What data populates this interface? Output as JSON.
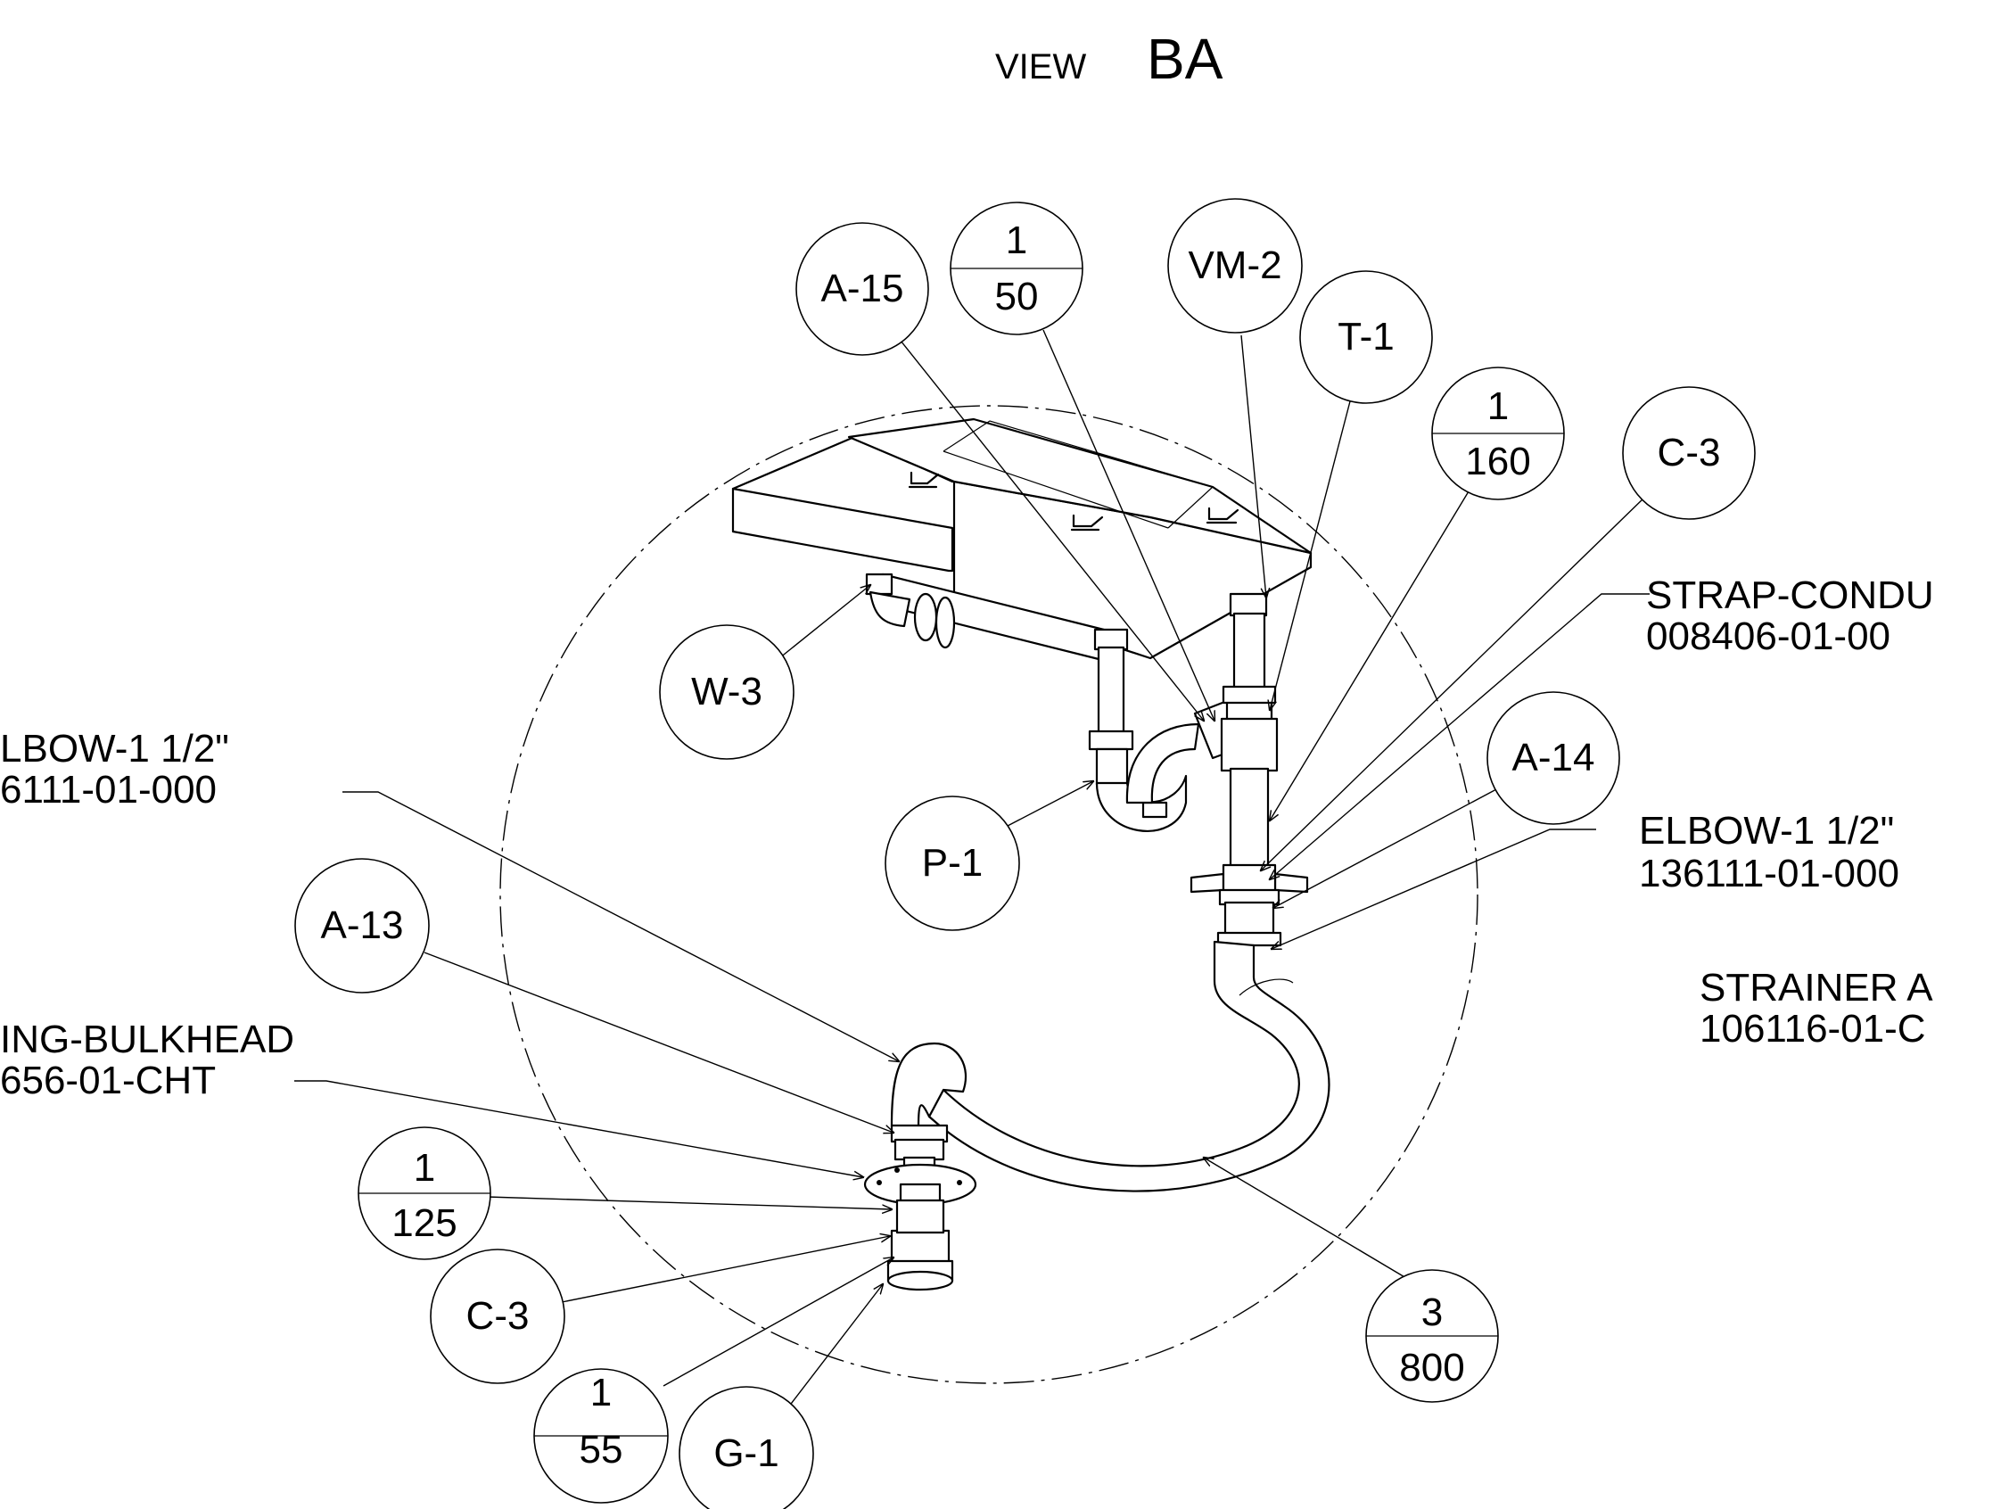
{
  "title": {
    "prefix": "VIEW",
    "name": "BA"
  },
  "callouts": {
    "a15": "A-15",
    "q1_50": {
      "top": "1",
      "bottom": "50"
    },
    "vm2": "VM-2",
    "t1": "T-1",
    "q1_160": {
      "top": "1",
      "bottom": "160"
    },
    "c3_top": "C-3",
    "w3": "W-3",
    "a14": "A-14",
    "p1": "P-1",
    "a13": "A-13",
    "q1_125": {
      "top": "1",
      "bottom": "125"
    },
    "c3_bottom": "C-3",
    "q1_55": {
      "top": "1",
      "bottom": "55"
    },
    "g1": "G-1",
    "q3_800": {
      "top": "3",
      "bottom": "800"
    }
  },
  "notes": {
    "strap_conduit": {
      "line1": "STRAP-CONDU",
      "line2": "008406-01-00"
    },
    "elbow_right": {
      "line1": "ELBOW-1 1/2\"",
      "line2": "136111-01-000"
    },
    "strainer": {
      "line1": "STRAINER A",
      "line2": "106116-01-C"
    },
    "elbow_left": {
      "line1": "LBOW-1 1/2\"",
      "line2": "6111-01-000"
    },
    "fitting_bulkhead": {
      "line1": "ING-BULKHEAD",
      "line2": "656-01-CHT"
    }
  }
}
